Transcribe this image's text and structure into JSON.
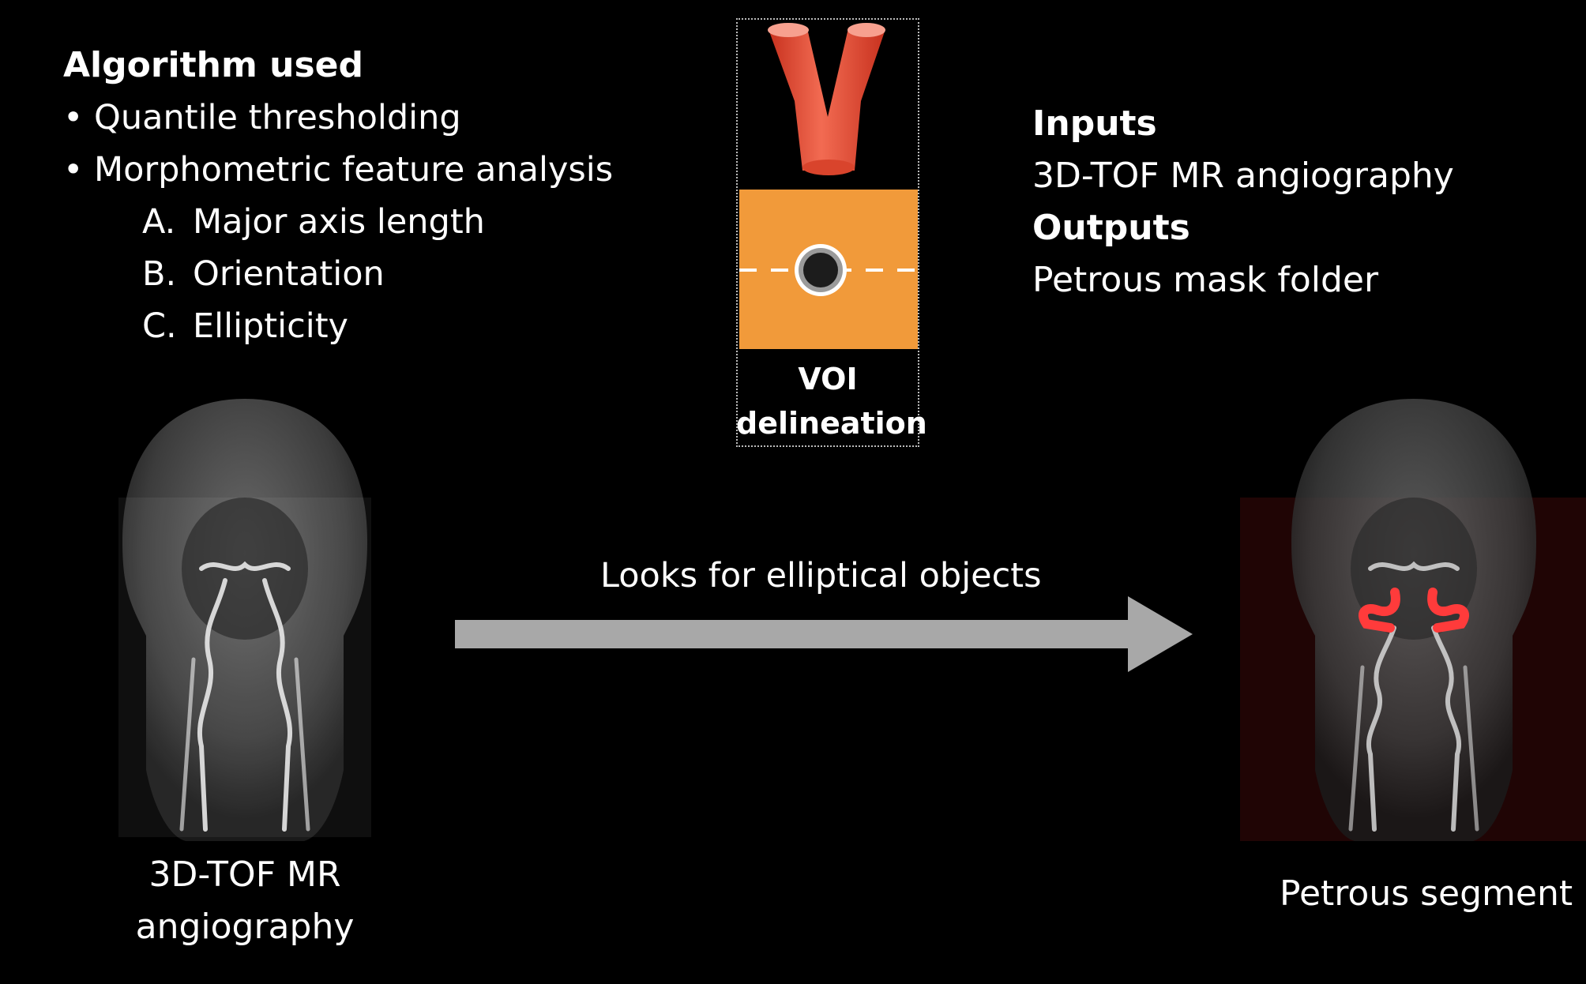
{
  "algorithm": {
    "title": "Algorithm used",
    "bullets": [
      "Quantile thresholding",
      "Morphometric feature analysis"
    ],
    "sub_items": [
      {
        "letter": "A.",
        "text": "Major axis length"
      },
      {
        "letter": "B.",
        "text": "Orientation"
      },
      {
        "letter": "C.",
        "text": "Ellipticity"
      }
    ]
  },
  "io": {
    "inputs_label": "Inputs",
    "inputs_value": "3D-TOF MR angiography",
    "outputs_label": "Outputs",
    "outputs_value": "Petrous mask folder"
  },
  "voi": {
    "label_line1": "VOI",
    "label_line2": "delineation",
    "colors": {
      "vessel": "#e8503a",
      "box": "#f19a3a"
    }
  },
  "arrow": {
    "label": "Looks for elliptical objects",
    "color": "#a8a8a8"
  },
  "images": {
    "left_caption_line1": "3D-TOF MR",
    "left_caption_line2": "angiography",
    "right_caption": "Petrous segment",
    "segment_color": "#ff3b3b"
  }
}
